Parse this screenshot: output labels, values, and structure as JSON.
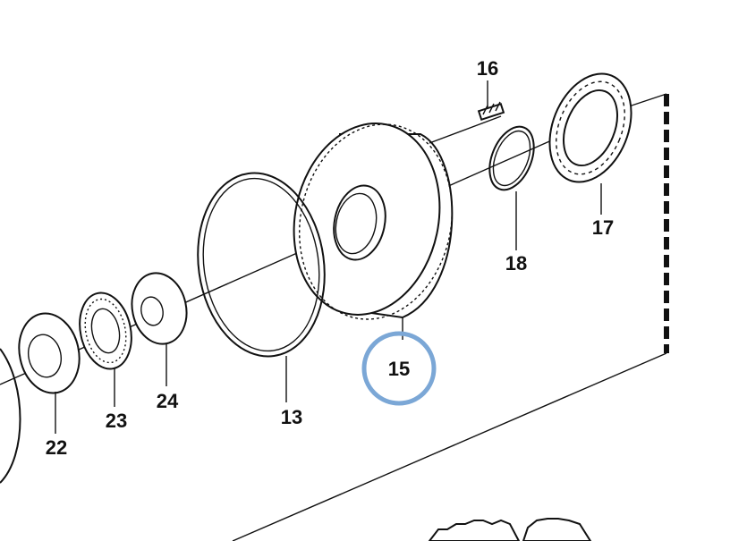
{
  "diagram": {
    "callouts": [
      {
        "id": "c16",
        "label": "16"
      },
      {
        "id": "c17",
        "label": "17"
      },
      {
        "id": "c18",
        "label": "18"
      },
      {
        "id": "c15",
        "label": "15"
      },
      {
        "id": "c13",
        "label": "13"
      },
      {
        "id": "c24",
        "label": "24"
      },
      {
        "id": "c23",
        "label": "23"
      },
      {
        "id": "c22",
        "label": "22"
      }
    ],
    "highlight": {
      "target": "15",
      "color": "#7ba7d6"
    }
  }
}
